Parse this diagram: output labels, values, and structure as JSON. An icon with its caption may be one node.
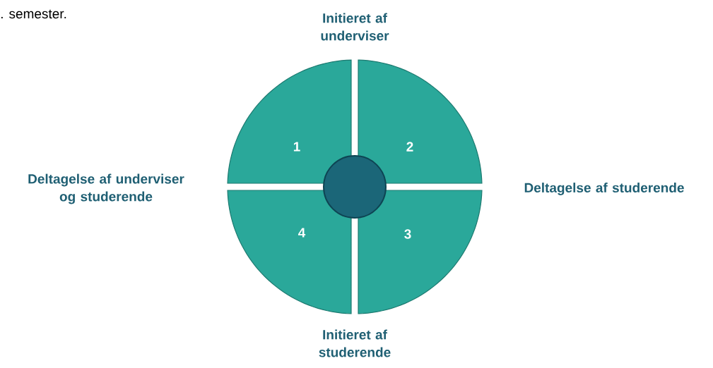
{
  "diagram": {
    "nodes": [
      {
        "text": [
          "1"
        ]
      },
      {
        "text": [
          "2"
        ]
      },
      {
        "text": [],
        "shape": "circle"
      },
      {
        "text": [
          "4"
        ]
      },
      {
        "text": [
          "3"
        ]
      }
    ],
    "labels": [
      ". semester.",
      "Initieret af underviser",
      "Deltagelse af underviser og studerende",
      "Deltagelse af studerende",
      "Initieret af studerende"
    ]
  }
}
